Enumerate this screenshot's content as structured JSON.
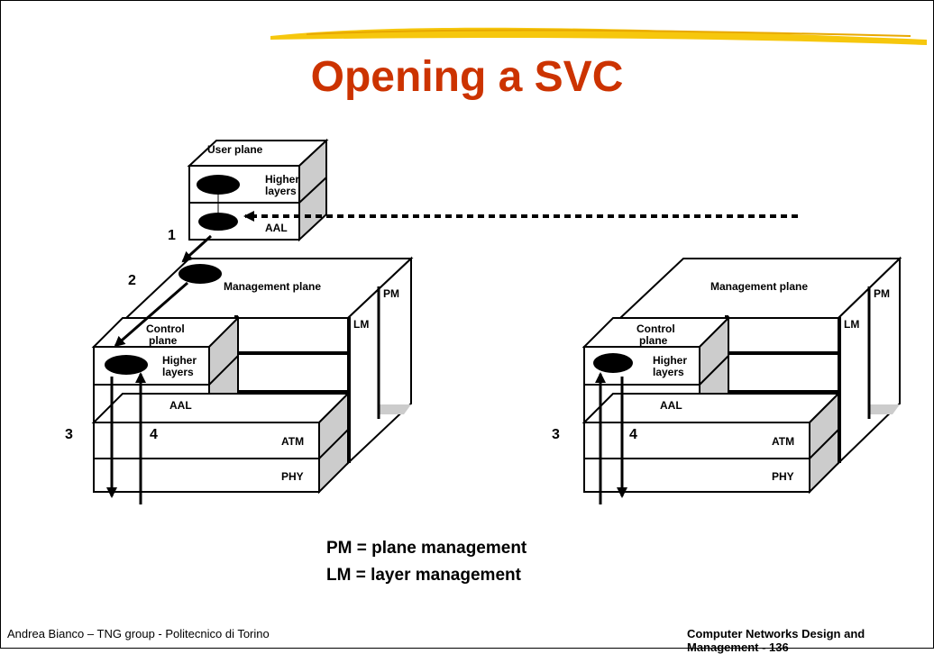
{
  "slide": {
    "title": "Opening a SVC",
    "accent_color": "#cc3300",
    "brush_color": "#f5c400"
  },
  "diagram": {
    "left_stack": {
      "user_plane": {
        "title": "User plane",
        "higher_layers": [
          "Higher",
          "layers"
        ],
        "aal": "AAL"
      },
      "management_plane": "Management plane",
      "pm": "PM",
      "lm": "LM",
      "control_plane": {
        "title": [
          "Control",
          "plane"
        ],
        "higher_layers": [
          "Higher",
          "layers"
        ],
        "aal": "AAL"
      },
      "atm": "ATM",
      "phy": "PHY",
      "steps": [
        "1",
        "2",
        "3",
        "4"
      ]
    },
    "right_stack": {
      "management_plane": "Management plane",
      "pm": "PM",
      "lm": "LM",
      "control_plane": {
        "title": [
          "Control",
          "plane"
        ],
        "higher_layers": [
          "Higher",
          "layers"
        ],
        "aal": "AAL"
      },
      "atm": "ATM",
      "phy": "PHY",
      "steps": [
        "3",
        "4"
      ]
    }
  },
  "legend": {
    "pm": "PM = plane management",
    "lm": "LM = layer management"
  },
  "footer": {
    "left": "Andrea Bianco – TNG group - Politecnico di Torino",
    "right": "Computer Networks Design and Management - 136"
  }
}
